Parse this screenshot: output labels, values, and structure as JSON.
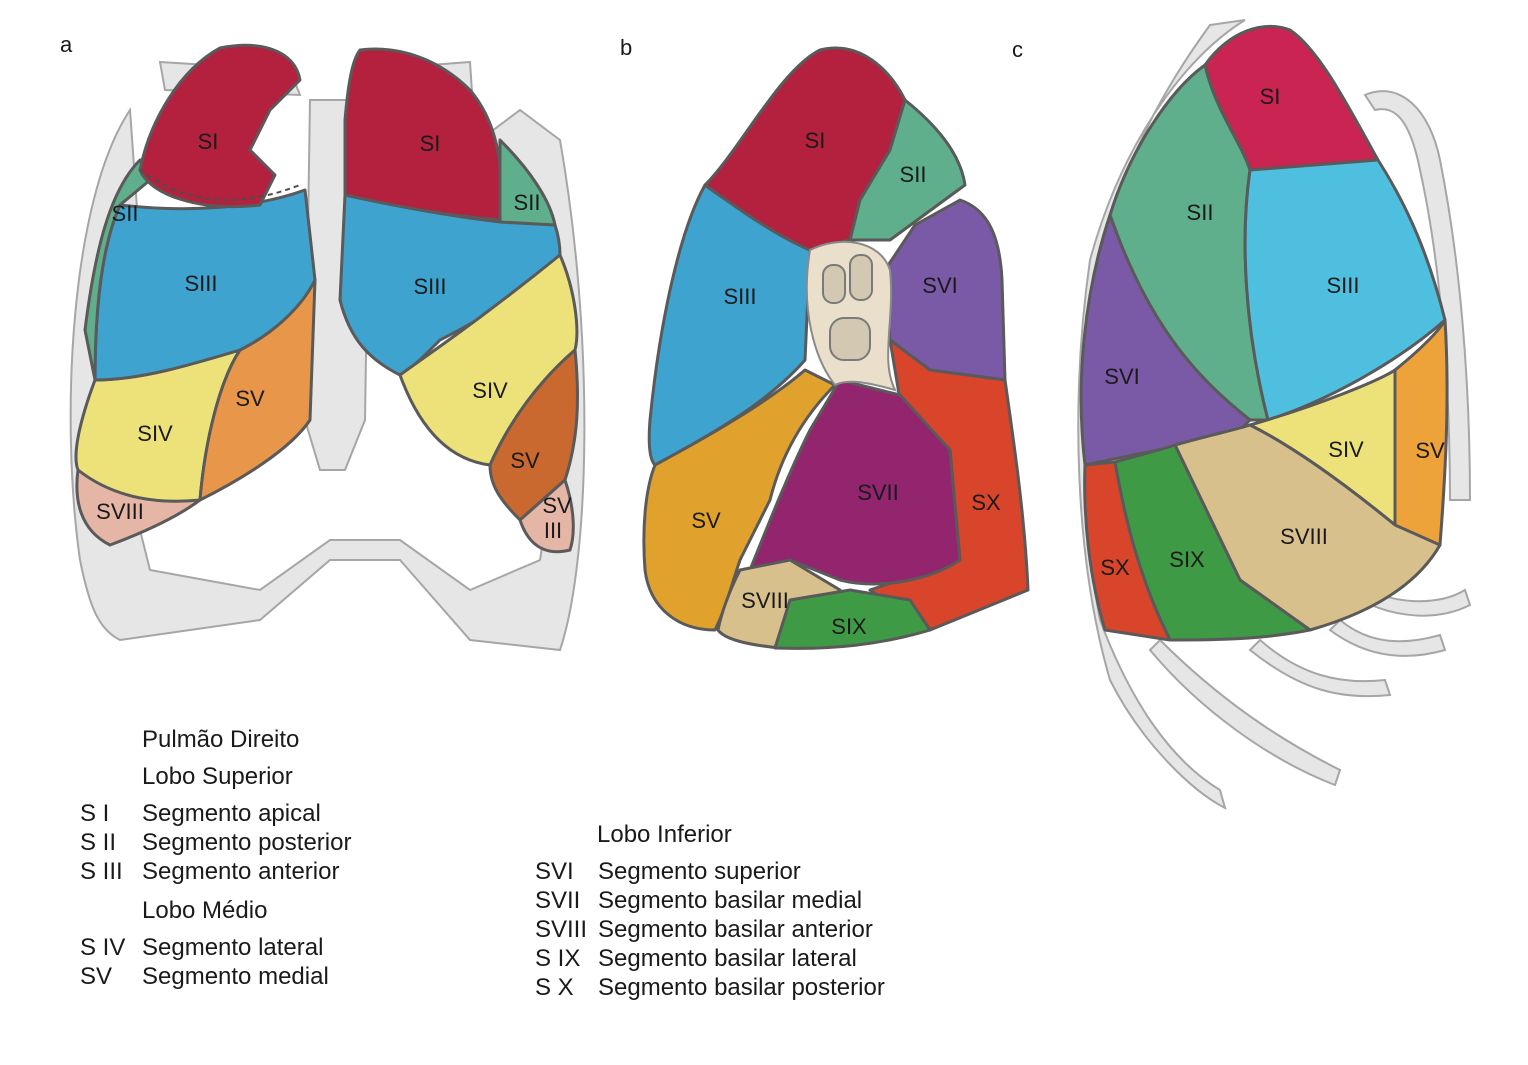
{
  "panels": {
    "a": "a",
    "b": "b",
    "c": "c"
  },
  "labels": {
    "SI": "SI",
    "SII": "SII",
    "SIII": "SIII",
    "SIV": "SIV",
    "SV": "SV",
    "SVI": "SVI",
    "SVII": "SVII",
    "SVIII": "SVIII",
    "SIX": "SIX",
    "SX": "SX",
    "SV_split_top": "SV",
    "SV_split_bottom": "III"
  },
  "legend": {
    "title": "Pulmão Direito",
    "upper_heading": "Lobo Superior",
    "upper": [
      {
        "abbr": "S I",
        "name": "Segmento apical"
      },
      {
        "abbr": "S II",
        "name": "Segmento posterior"
      },
      {
        "abbr": "S III",
        "name": "Segmento anterior"
      }
    ],
    "middle_heading": "Lobo Médio",
    "middle": [
      {
        "abbr": "S IV",
        "name": "Segmento lateral"
      },
      {
        "abbr": "SV",
        "name": "Segmento medial"
      }
    ],
    "lower_heading": "Lobo Inferior",
    "lower": [
      {
        "abbr": "SVI",
        "name": "Segmento superior"
      },
      {
        "abbr": "SVII",
        "name": "Segmento basilar medial"
      },
      {
        "abbr": "SVIII",
        "name": "Segmento basilar anterior"
      },
      {
        "abbr": "S IX",
        "name": "Segmento basilar lateral"
      },
      {
        "abbr": "S X",
        "name": "Segmento basilar posterior"
      }
    ]
  },
  "colors": {
    "SI": "#b3213f",
    "SII": "#5fae8c",
    "SIII": "#3ea3cf",
    "SIV": "#ede27a",
    "SV": "#e8964a",
    "SVI": "#7a5aa6",
    "SVII": "#93256f",
    "SVIII": "#d7c08c",
    "SIX": "#3f9a45",
    "SX": "#d9452a",
    "SVIII_front": "#e5b6a6",
    "bone": "#e6e6e6"
  }
}
